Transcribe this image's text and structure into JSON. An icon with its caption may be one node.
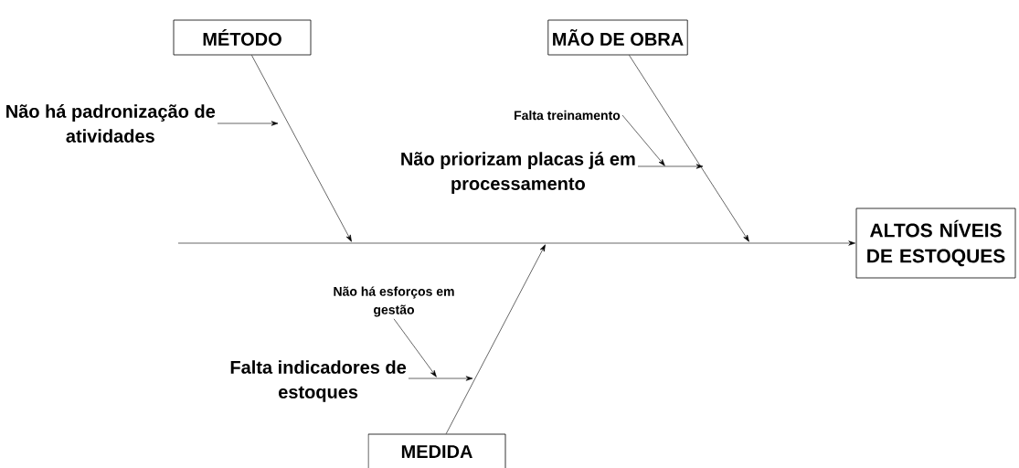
{
  "diagram": {
    "nodes": [
      {
        "text": [
          "MÉTODO"
        ]
      },
      {
        "text": [
          "MÃO DE OBRA"
        ]
      },
      {
        "text": [
          "ALTOS NÍVEIS DE ESTOQUES"
        ]
      },
      {
        "text": [
          "Não há padronização de atividades"
        ]
      },
      {
        "text": [
          "Falta treinamento"
        ]
      },
      {
        "text": [
          "Não priorizam placas já em processamento"
        ]
      },
      {
        "text": [
          "Não há esforços em gestão"
        ]
      },
      {
        "text": [
          "Falta indicadores de estoques"
        ]
      },
      {
        "text": [
          "MEDIDA"
        ]
      }
    ],
    "edges": [
      {
        "from": null,
        "to": 2,
        "arrow": "to"
      },
      {
        "from": 0,
        "to": null,
        "arrow": "to"
      },
      {
        "from": 1,
        "to": null,
        "arrow": "to"
      },
      {
        "from": 8,
        "to": null,
        "arrow": "to"
      },
      {
        "from": 3,
        "to": null,
        "arrow": "to"
      },
      {
        "from": 5,
        "to": null,
        "arrow": "to"
      },
      {
        "from": 4,
        "to": null,
        "arrow": "to"
      },
      {
        "from": 7,
        "to": null,
        "arrow": "to"
      },
      {
        "from": 6,
        "to": null,
        "arrow": "to"
      }
    ]
  }
}
